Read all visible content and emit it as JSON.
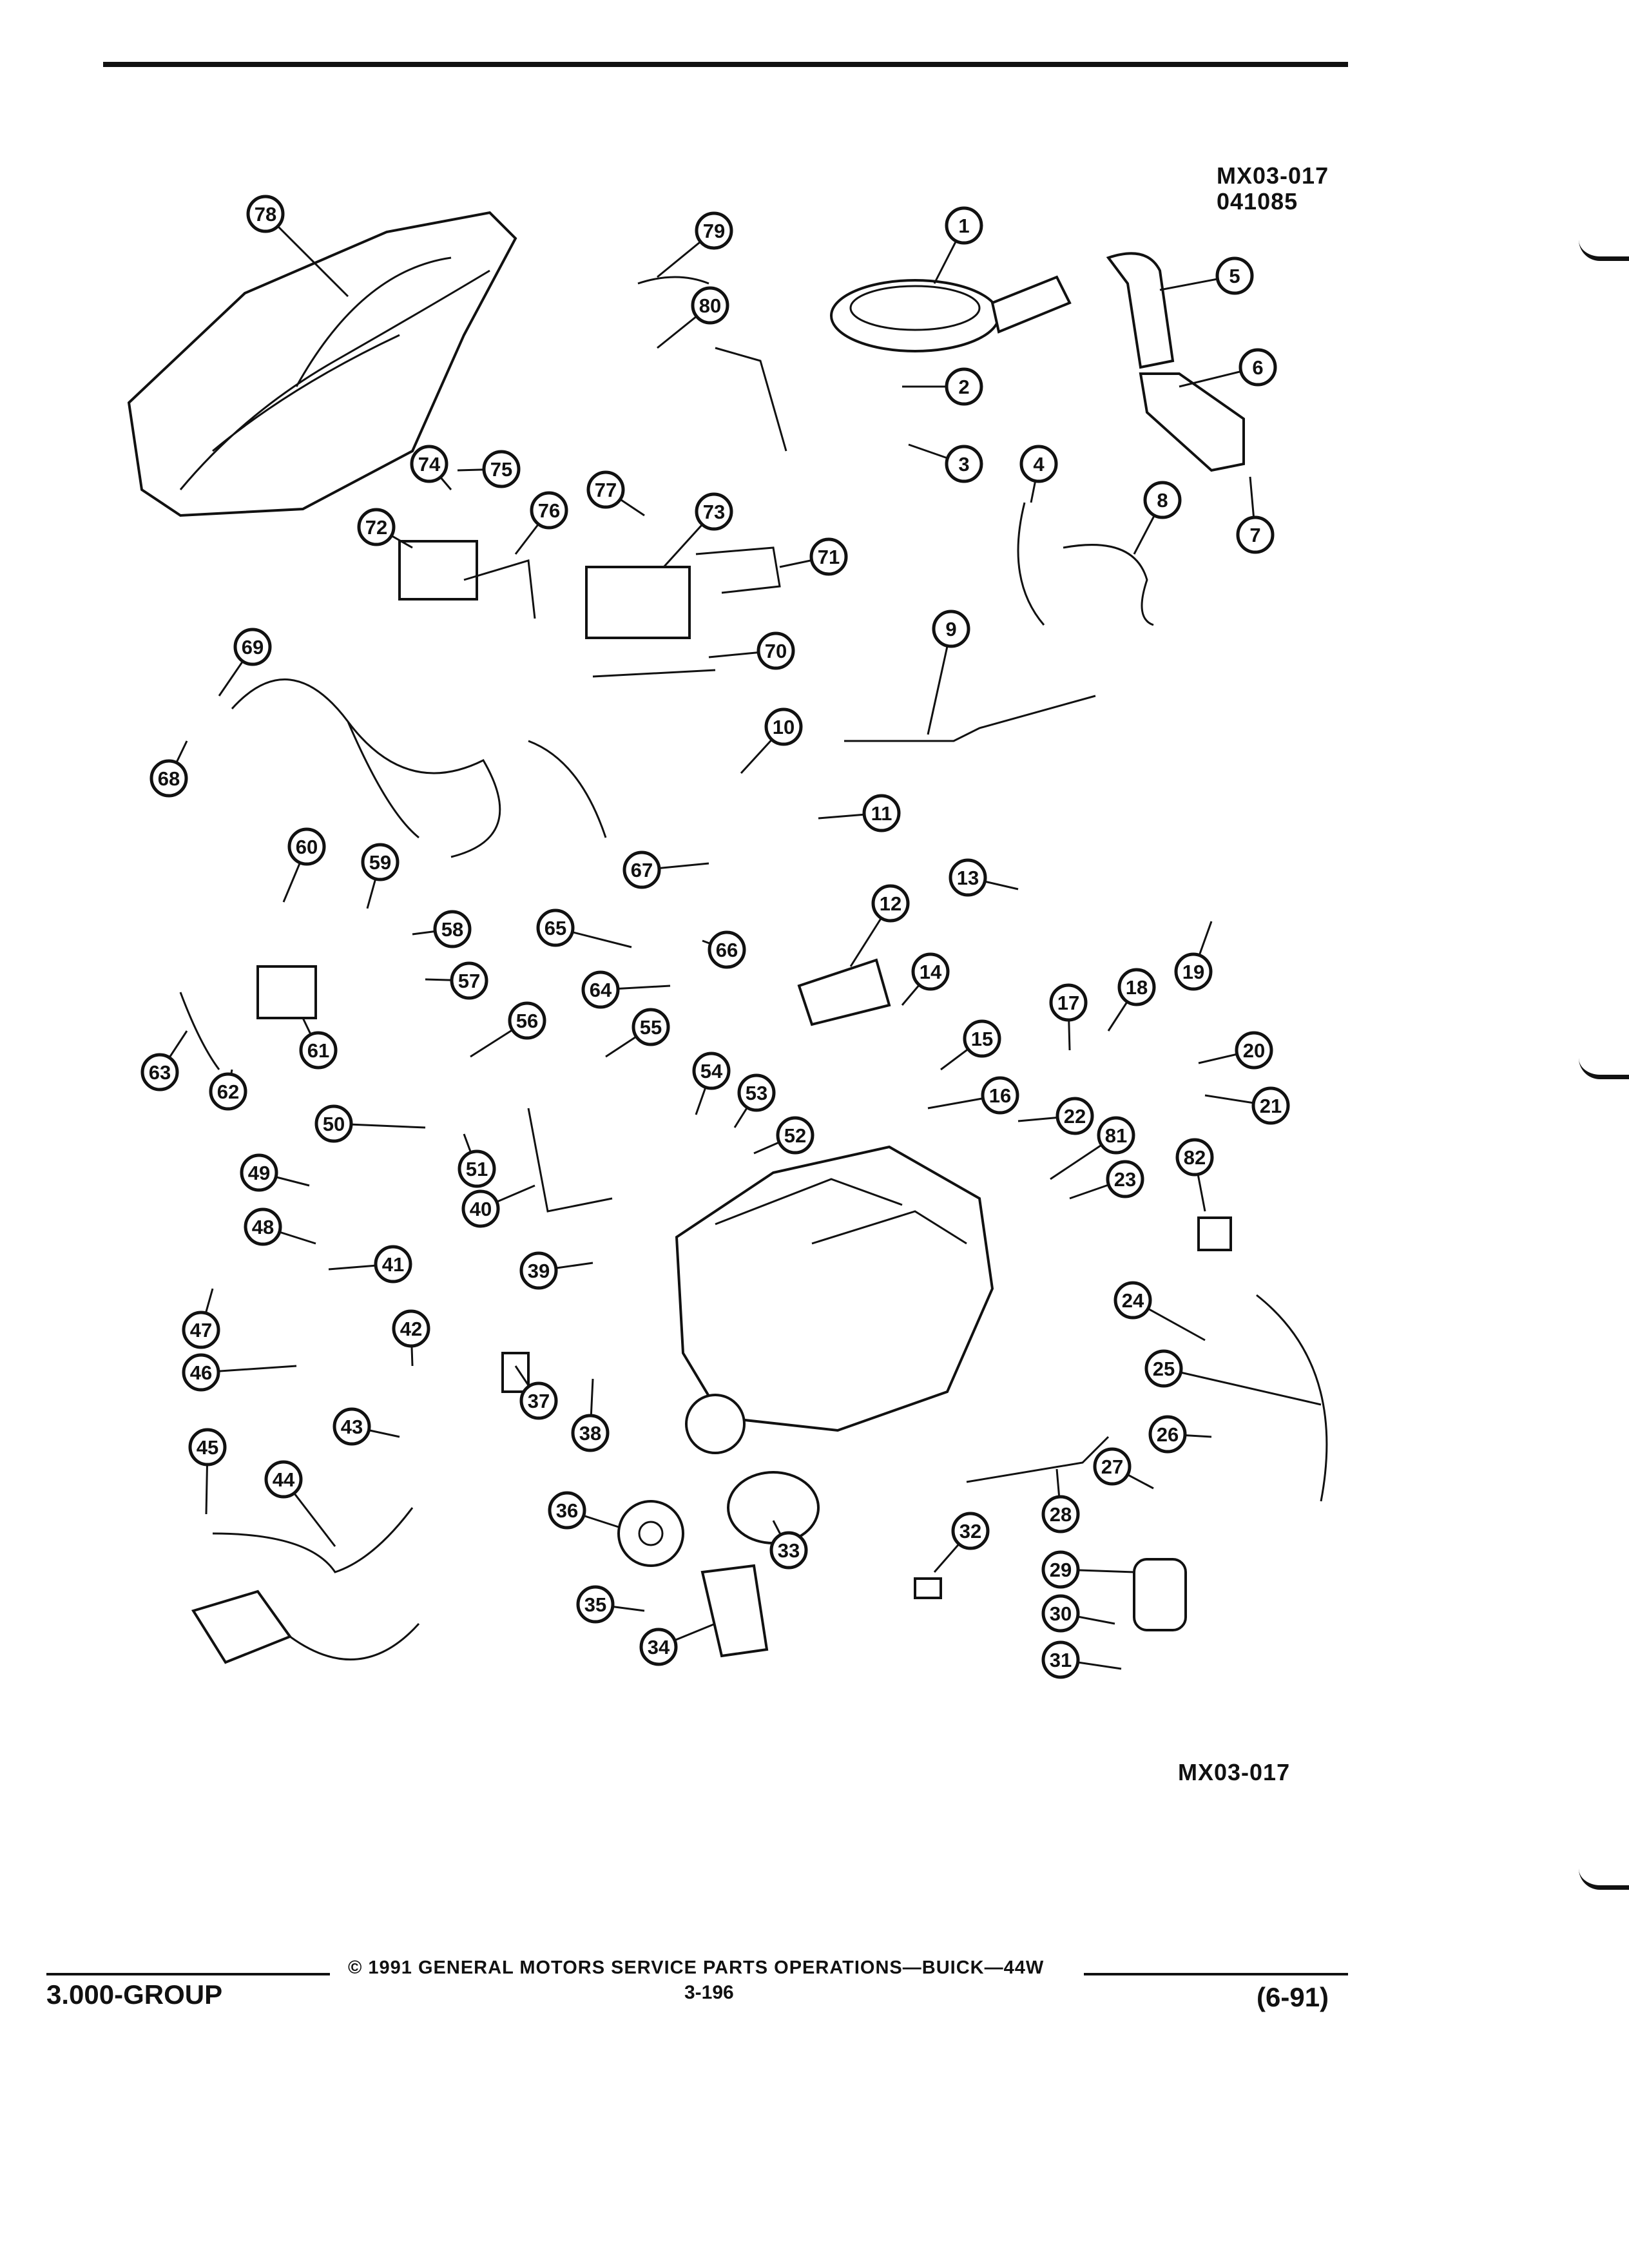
{
  "figure": {
    "id_top": "MX03-017",
    "code_top": "041085",
    "id_bottom": "MX03-017"
  },
  "footer": {
    "group": "3.000-GROUP",
    "copyright": "© 1991 GENERAL MOTORS SERVICE PARTS OPERATIONS—BUICK—44W",
    "page": "3-196",
    "revision": "(6-91)"
  },
  "callouts": [
    "1",
    "2",
    "3",
    "4",
    "5",
    "6",
    "7",
    "8",
    "9",
    "10",
    "11",
    "12",
    "13",
    "14",
    "15",
    "16",
    "17",
    "18",
    "19",
    "20",
    "21",
    "22",
    "23",
    "24",
    "25",
    "26",
    "27",
    "28",
    "29",
    "30",
    "31",
    "32",
    "33",
    "34",
    "35",
    "36",
    "37",
    "38",
    "39",
    "40",
    "41",
    "42",
    "43",
    "44",
    "45",
    "46",
    "47",
    "48",
    "49",
    "50",
    "51",
    "52",
    "53",
    "54",
    "55",
    "56",
    "57",
    "58",
    "59",
    "60",
    "61",
    "62",
    "63",
    "64",
    "65",
    "66",
    "67",
    "68",
    "69",
    "70",
    "71",
    "72",
    "73",
    "74",
    "75",
    "76",
    "77",
    "78",
    "79",
    "80",
    "81",
    "82"
  ]
}
